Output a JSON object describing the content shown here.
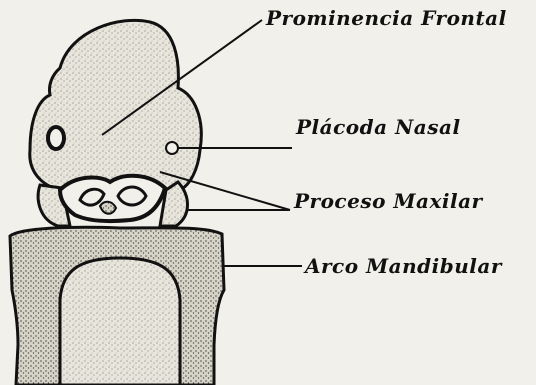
{
  "labels": {
    "prominencia_frontal": "Prominencia Frontal",
    "placoda_nasal": "Plácoda Nasal",
    "proceso_maxilar": "Proceso Maxilar",
    "arco_mandibular": "Arco Mandibular"
  },
  "colors": {
    "background": "#f1f0ea",
    "ink": "#111111",
    "stipple": "#c9c7be"
  }
}
